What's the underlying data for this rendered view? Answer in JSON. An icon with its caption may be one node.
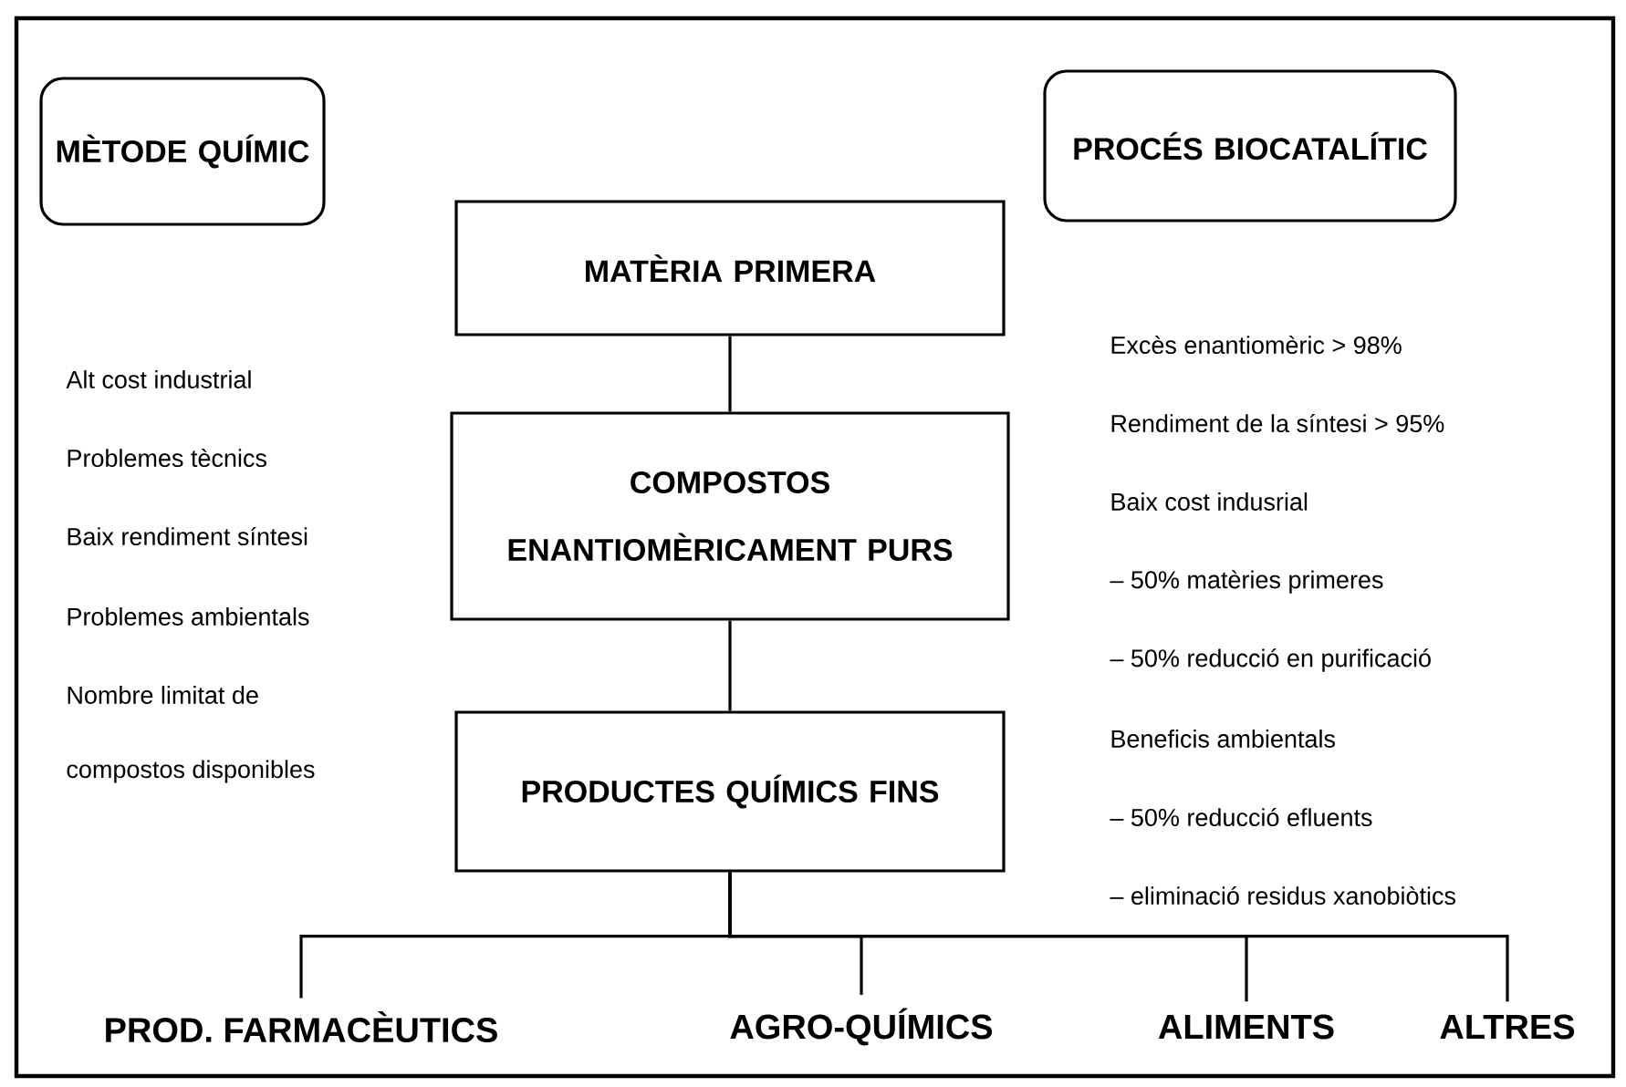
{
  "diagram": {
    "nodes": [
      {
        "text": [
          "MÈTODE QUÍMIC"
        ]
      },
      {
        "text": [
          "PROCÉS BIOCATALÍTIC"
        ]
      },
      {
        "text": [
          "MATÈRIA PRIMERA"
        ]
      },
      {
        "text": [
          "COMPOSTOS ENANTIOMÈRICAMENT PURS"
        ]
      },
      {
        "text": [
          "PRODUCTES QUÍMICS FINS"
        ]
      },
      {
        "text": [
          "PROD. FARMACÈUTICS"
        ]
      },
      {
        "text": [
          "AGRO-QUÍMICS"
        ]
      },
      {
        "text": [
          "ALIMENTS"
        ]
      },
      {
        "text": [
          "ALTRES"
        ]
      }
    ],
    "edges": [
      {
        "from": 2,
        "to": 3,
        "arrow": "none"
      },
      {
        "from": 3,
        "to": 4,
        "arrow": "none"
      },
      {
        "from": 4,
        "to": 5,
        "arrow": "none"
      },
      {
        "from": 4,
        "to": 6,
        "arrow": "none"
      },
      {
        "from": 4,
        "to": 7,
        "arrow": "none"
      },
      {
        "from": 4,
        "to": 8,
        "arrow": "none"
      }
    ],
    "labels": [
      "Alt cost industrial",
      "Problemes tècnics",
      "Baix rendiment síntesi",
      "Problemes ambientals",
      "Nombre limitat de",
      "compostos disponibles",
      "Excès enantiomèric > 98%",
      "Rendiment de la síntesi > 95%",
      "Baix cost indusrial",
      "– 50% matèries primeres",
      "– 50% reducció en purificació",
      "Beneficis ambientals",
      "– 50% reducció efluents",
      "– eliminació residus xanobiòtics"
    ]
  }
}
